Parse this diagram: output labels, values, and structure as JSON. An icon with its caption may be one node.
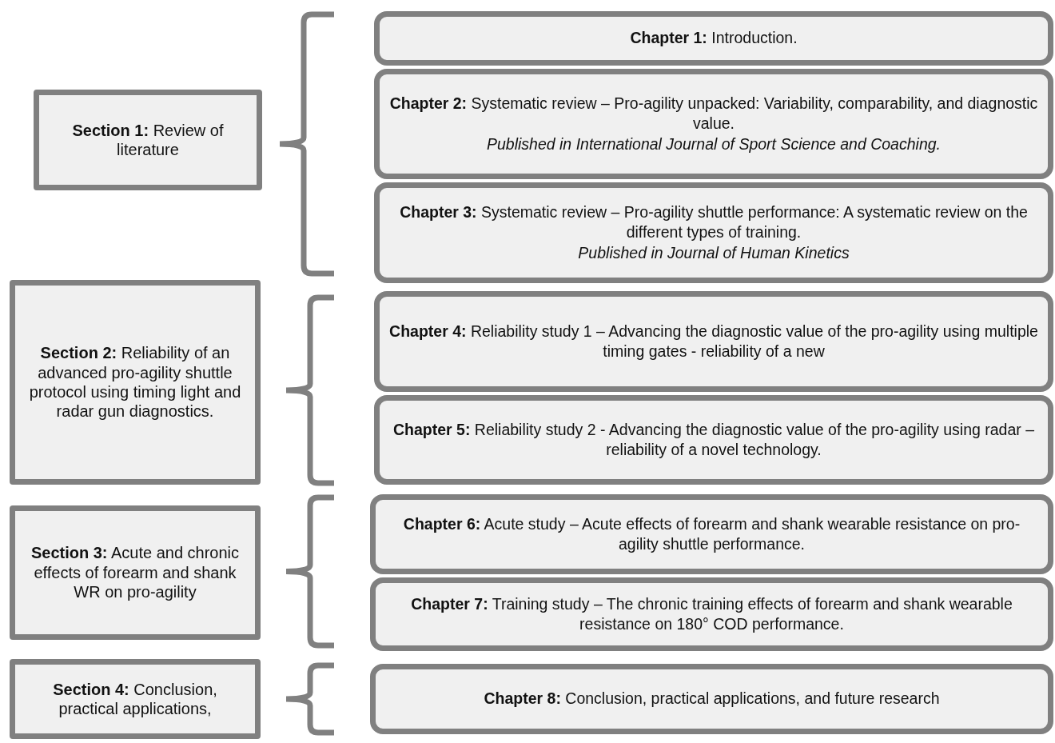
{
  "diagram": {
    "nodes": [
      {
        "text": [
          "**Section 1:** Review of literature"
        ]
      },
      {
        "text": [
          "**Chapter 1:** Introduction."
        ]
      },
      {
        "text": [
          "**Chapter 2:** Systematic review – Pro-agility unpacked: Variability, comparability, and diagnostic value.",
          "Published in International Journal of Sport Science and Coaching."
        ]
      },
      {
        "text": [
          "**Chapter 3:** Systematic review – Pro-agility shuttle performance: A systematic review on the different types of training.",
          "Published in Journal of Human Kinetics"
        ]
      },
      {
        "text": [
          "**Section 2:** Reliability of an advanced pro-agility shuttle protocol using timing light and radar gun diagnostics."
        ]
      },
      {
        "text": [
          "**Chapter 4:** Reliability study 1 – Advancing the diagnostic value of the pro-agility using multiple timing gates - reliability of a new"
        ]
      },
      {
        "text": [
          "**Chapter 5:** Reliability study 2 - Advancing the diagnostic value of the pro-agility using radar – reliability of a novel technology."
        ]
      },
      {
        "text": [
          "**Section 3:** Acute and chronic effects of forearm and shank WR on pro-agility"
        ]
      },
      {
        "text": [
          "**Chapter 6:** Acute study – Acute effects of forearm and shank wearable resistance on pro-agility shuttle performance."
        ]
      },
      {
        "text": [
          "**Chapter 7:** Training study – The chronic training effects of forearm and shank wearable resistance on 180° COD performance."
        ]
      },
      {
        "text": [
          "**Section 4:** Conclusion, practical applications,"
        ]
      },
      {
        "text": [
          "**Chapter 8:** Conclusion, practical applications, and future research"
        ]
      }
    ]
  }
}
